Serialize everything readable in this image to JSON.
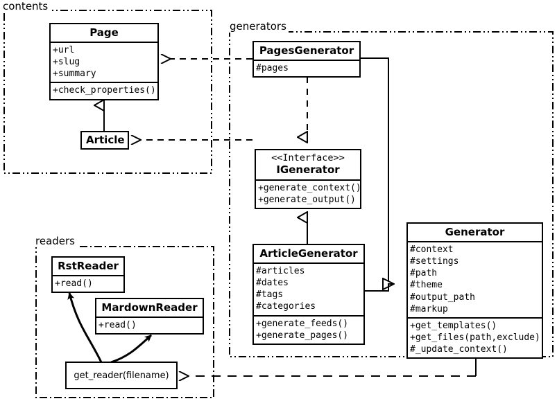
{
  "diagram": {
    "title": "UML class diagram",
    "stroke_color": "#000000",
    "fill_color": "#ffffff"
  },
  "packages": [
    {
      "id": "contents",
      "label": "contents"
    },
    {
      "id": "generators",
      "label": "generators"
    },
    {
      "id": "readers",
      "label": "readers"
    }
  ],
  "classes": {
    "page": {
      "name": "Page",
      "attributes": [
        "+url",
        "+slug",
        "+summary"
      ],
      "operations": [
        "+check_properties()"
      ]
    },
    "article": {
      "name": "Article",
      "attributes": [],
      "operations": []
    },
    "pages_generator": {
      "name": "PagesGenerator",
      "attributes": [
        "#pages"
      ],
      "operations": []
    },
    "igenerator": {
      "stereotype": "<<Interface>>",
      "name": "IGenerator",
      "attributes": [],
      "operations": [
        "+generate_context()",
        "+generate_output()"
      ]
    },
    "article_generator": {
      "name": "ArticleGenerator",
      "attributes": [
        "#articles",
        "#dates",
        "#tags",
        "#categories"
      ],
      "operations": [
        "+generate_feeds()",
        "+generate_pages()"
      ]
    },
    "generator": {
      "name": "Generator",
      "attributes": [
        "#context",
        "#settings",
        "#path",
        "#theme",
        "#output_path",
        "#markup"
      ],
      "operations": [
        "+get_templates()",
        "+get_files(path,exclude)",
        "#_update_context()"
      ]
    },
    "rst_reader": {
      "name": "RstReader",
      "attributes": [],
      "operations": [
        "+read()"
      ]
    },
    "mardown_reader": {
      "name": "MardownReader",
      "attributes": [],
      "operations": [
        "+read()"
      ]
    },
    "get_reader": {
      "name": "get_reader(filename)"
    }
  },
  "relationships": [
    {
      "id": "pagesgenerator-uses-page",
      "type": "dependency",
      "from": "PagesGenerator",
      "to": "Page",
      "style": "dashed-open-arrow"
    },
    {
      "id": "articlegenerator-uses-article",
      "type": "dependency",
      "from": "ArticleGenerator",
      "to": "Article",
      "style": "dashed-open-arrow"
    },
    {
      "id": "article-inherits-page",
      "type": "generalization",
      "from": "Article",
      "to": "Page",
      "style": "solid-hollow-triangle"
    },
    {
      "id": "pagesgenerator-realizes-igenerator",
      "type": "realization",
      "from": "PagesGenerator",
      "to": "IGenerator",
      "style": "dashed-hollow-triangle"
    },
    {
      "id": "articlegenerator-implements-igenerator",
      "type": "generalization",
      "from": "ArticleGenerator",
      "to": "IGenerator",
      "style": "solid-hollow-triangle"
    },
    {
      "id": "pagesgenerator-inherits-generator",
      "type": "generalization",
      "from": "PagesGenerator",
      "to": "Generator",
      "style": "solid-hollow-triangle"
    },
    {
      "id": "articlegenerator-inherits-generator",
      "type": "generalization",
      "from": "ArticleGenerator",
      "to": "Generator",
      "style": "solid-hollow-triangle"
    },
    {
      "id": "generator-uses-getreader",
      "type": "dependency",
      "from": "Generator",
      "to": "get_reader(filename)",
      "style": "dashed-open-arrow"
    },
    {
      "id": "getreader-returns-rstreader",
      "type": "dependency",
      "from": "get_reader(filename)",
      "to": "RstReader",
      "style": "curved-solid-arrow"
    },
    {
      "id": "getreader-returns-mardownreader",
      "type": "dependency",
      "from": "get_reader(filename)",
      "to": "MardownReader",
      "style": "curved-solid-arrow"
    }
  ]
}
